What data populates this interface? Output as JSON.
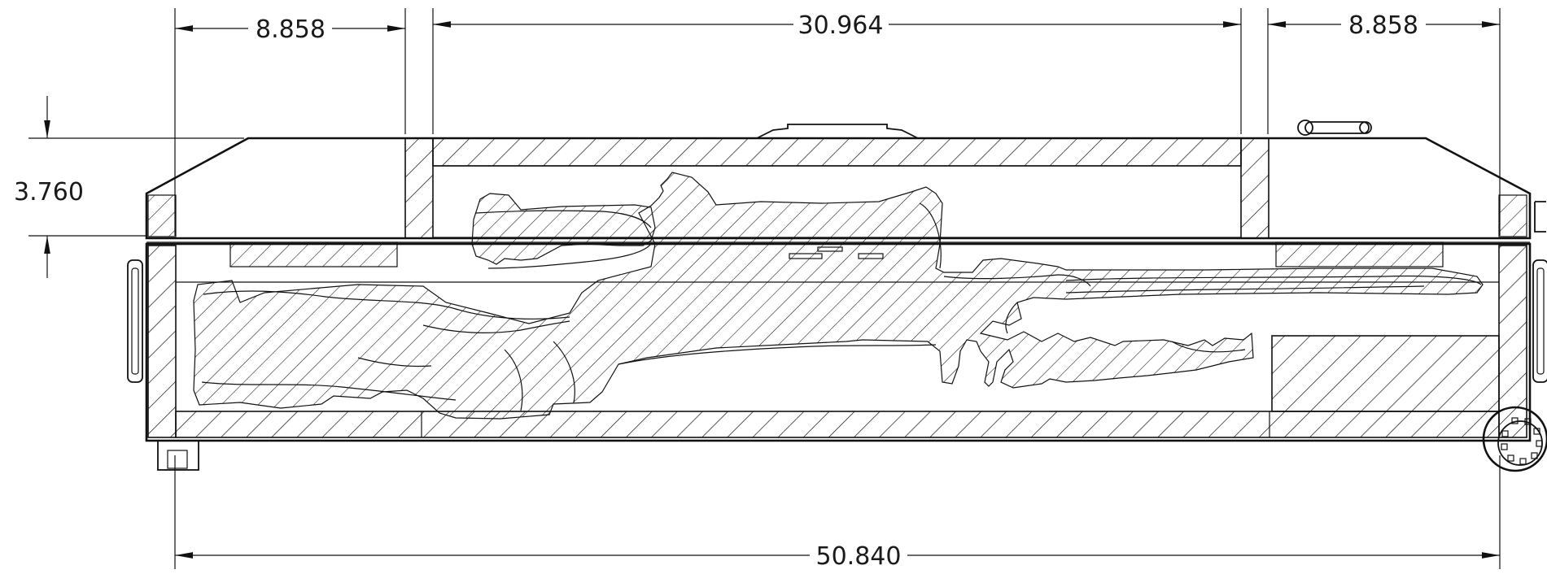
{
  "drawing": {
    "dimensions": {
      "top_left_width": "8.858",
      "top_center_width": "30.964",
      "top_right_width": "8.858",
      "lid_height": "3.760",
      "overall_length": "50.840"
    },
    "colors": {
      "line": "#111111",
      "background": "#ffffff",
      "text": "#1a1a1a"
    },
    "icons": {
      "arrowhead": "dimension-arrow",
      "rifle": "rifle-cutaway-shape",
      "wheel": "caster-wheel",
      "handle": "case-handle",
      "latch": "latch-icon"
    }
  }
}
